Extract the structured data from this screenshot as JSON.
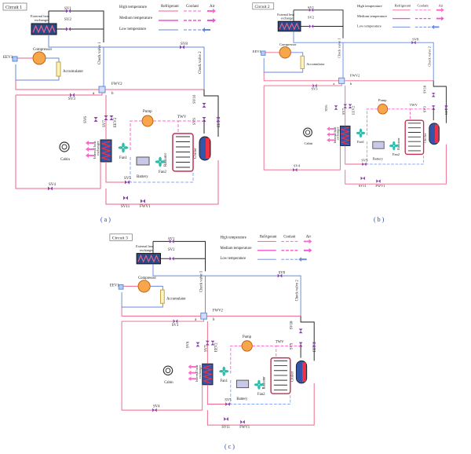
{
  "panels": [
    {
      "id": "a",
      "circuit": "Circuit 1",
      "label": "( a )",
      "cabin_color": "#ff66cc",
      "battery_coolant": "#ff66cc",
      "chiller_side": "#3355aa"
    },
    {
      "id": "b",
      "circuit": "Circuit 2",
      "label": "( b )",
      "cabin_color": "#ff66cc",
      "battery_coolant": "#ff66cc",
      "chiller_side": "#3355aa"
    },
    {
      "id": "c",
      "circuit": "Circuit 3",
      "label": "( c )",
      "cabin_color": "#ff66cc",
      "battery_coolant": "#ff66cc",
      "chiller_side": "#3355aa"
    }
  ],
  "legend": {
    "headers": [
      "Refrigerant",
      "Coolant",
      "Air"
    ],
    "rows": [
      "High temperature",
      "Medium temperature",
      "Low temperature"
    ]
  },
  "components": {
    "external_hx": "External heat exchanger",
    "compressor": "Compressor",
    "accumulator": "Accumulator",
    "check1": "Check valve 1",
    "check2": "Check valve 2",
    "pump": "Pump",
    "radiator": "Radiator",
    "chiller": "Chiller",
    "battery": "Battery",
    "cabin": "Cabin",
    "internal_hx": "Internal heat exchanger",
    "fan1": "Fan1",
    "fan2": "Fan2"
  },
  "valves": {
    "sv1": "SV1",
    "sv2": "SV2",
    "sv3": "SV3",
    "sv4": "SV4",
    "sv5": "SV5",
    "sv6": "SV6",
    "sv7": "SV7",
    "sv8": "SV8",
    "sv9": "SV9",
    "sv10": "SV10",
    "sv11": "SV11",
    "eev1": "EEV1",
    "eev2": "EEV2",
    "eev3": "EEV3",
    "fwv1": "FWV1",
    "fwv2": "FWV2",
    "twv": "TWV",
    "a": "a",
    "b": "b"
  },
  "colors": {
    "high": "#ee6688",
    "medium": "#ee55cc",
    "low": "#6688dd",
    "coolant_high": "#ff66cc",
    "coolant_low": "#88aaff",
    "line": "#222222"
  }
}
